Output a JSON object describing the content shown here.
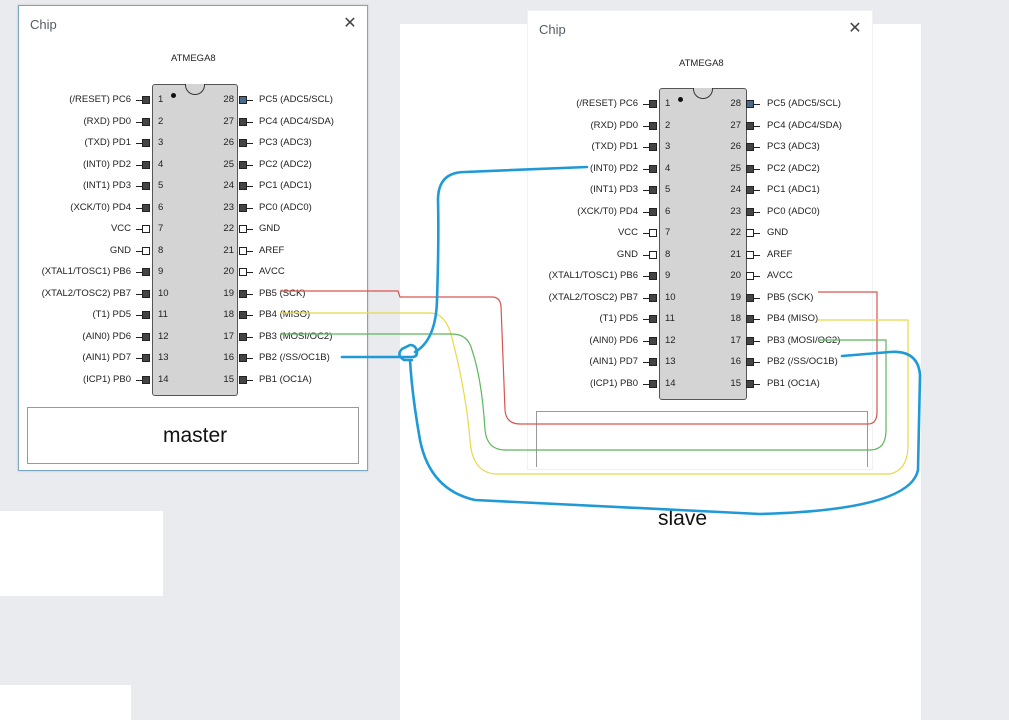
{
  "chip_title": "ATMEGA8",
  "window_title": "Chip",
  "close_glyph": "✕",
  "master_label": "master",
  "slave_label": "slave",
  "left_pins": [
    {
      "num": "1",
      "label": "(/RESET) PC6",
      "hollow": false
    },
    {
      "num": "2",
      "label": "(RXD) PD0",
      "hollow": false
    },
    {
      "num": "3",
      "label": "(TXD) PD1",
      "hollow": false
    },
    {
      "num": "4",
      "label": "(INT0) PD2",
      "hollow": false
    },
    {
      "num": "5",
      "label": "(INT1) PD3",
      "hollow": false
    },
    {
      "num": "6",
      "label": "(XCK/T0) PD4",
      "hollow": false
    },
    {
      "num": "7",
      "label": "VCC",
      "hollow": true
    },
    {
      "num": "8",
      "label": "GND",
      "hollow": true
    },
    {
      "num": "9",
      "label": "(XTAL1/TOSC1) PB6",
      "hollow": false
    },
    {
      "num": "10",
      "label": "(XTAL2/TOSC2) PB7",
      "hollow": false
    },
    {
      "num": "11",
      "label": "(T1) PD5",
      "hollow": false
    },
    {
      "num": "12",
      "label": "(AIN0) PD6",
      "hollow": false
    },
    {
      "num": "13",
      "label": "(AIN1) PD7",
      "hollow": false
    },
    {
      "num": "14",
      "label": "(ICP1) PB0",
      "hollow": false
    }
  ],
  "right_pins": [
    {
      "num": "28",
      "label": "PC5 (ADC5/SCL)",
      "hollow": false,
      "blue": true
    },
    {
      "num": "27",
      "label": "PC4 (ADC4/SDA)",
      "hollow": false
    },
    {
      "num": "26",
      "label": "PC3 (ADC3)",
      "hollow": false
    },
    {
      "num": "25",
      "label": "PC2 (ADC2)",
      "hollow": false
    },
    {
      "num": "24",
      "label": "PC1 (ADC1)",
      "hollow": false
    },
    {
      "num": "23",
      "label": "PC0 (ADC0)",
      "hollow": false
    },
    {
      "num": "22",
      "label": "GND",
      "hollow": true
    },
    {
      "num": "21",
      "label": "AREF",
      "hollow": true
    },
    {
      "num": "20",
      "label": "AVCC",
      "hollow": true
    },
    {
      "num": "19",
      "label": "PB5 (SCK)",
      "hollow": false
    },
    {
      "num": "18",
      "label": "PB4 (MISO)",
      "hollow": false
    },
    {
      "num": "17",
      "label": "PB3 (MOSI/OC2)",
      "hollow": false
    },
    {
      "num": "16",
      "label": "PB2 (/SS/OC1B)",
      "hollow": false
    },
    {
      "num": "15",
      "label": "PB1 (OC1A)",
      "hollow": false
    }
  ],
  "wire_colors": {
    "sck": "#d9534f",
    "miso": "#e8d84a",
    "mosi": "#5cb85c",
    "ss": "#1f9ad6"
  }
}
